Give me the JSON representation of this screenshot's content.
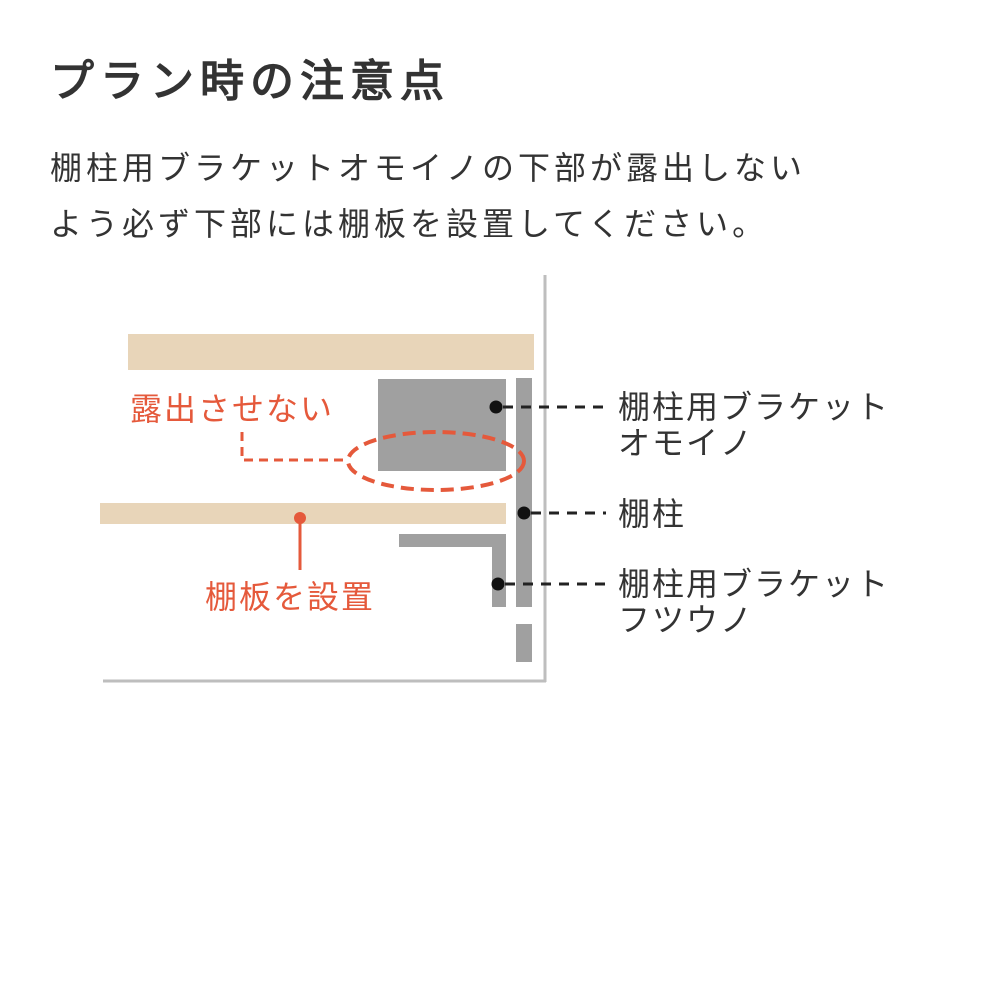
{
  "header": {
    "title": "プラン時の注意点"
  },
  "description": {
    "lines": [
      "棚柱用ブラケットオモイノの下部が露出しない",
      "よう必ず下部には棚板を設置してください。"
    ]
  },
  "diagram": {
    "annotations": {
      "no_expose": "露出させない",
      "install_shelf": "棚板を設置"
    },
    "labels": {
      "bracket_heavy_line1": "棚柱用ブラケット",
      "bracket_heavy_line2": "オモイノ",
      "shelf_post": "棚柱",
      "bracket_normal_line1": "棚柱用ブラケット",
      "bracket_normal_line2": "フツウノ"
    }
  },
  "colors": {
    "text": "#333333",
    "accent": "#E5593B",
    "shelf": "#E8D5B9",
    "metal": "#A0A0A0",
    "wall": "#BEBEBE"
  }
}
